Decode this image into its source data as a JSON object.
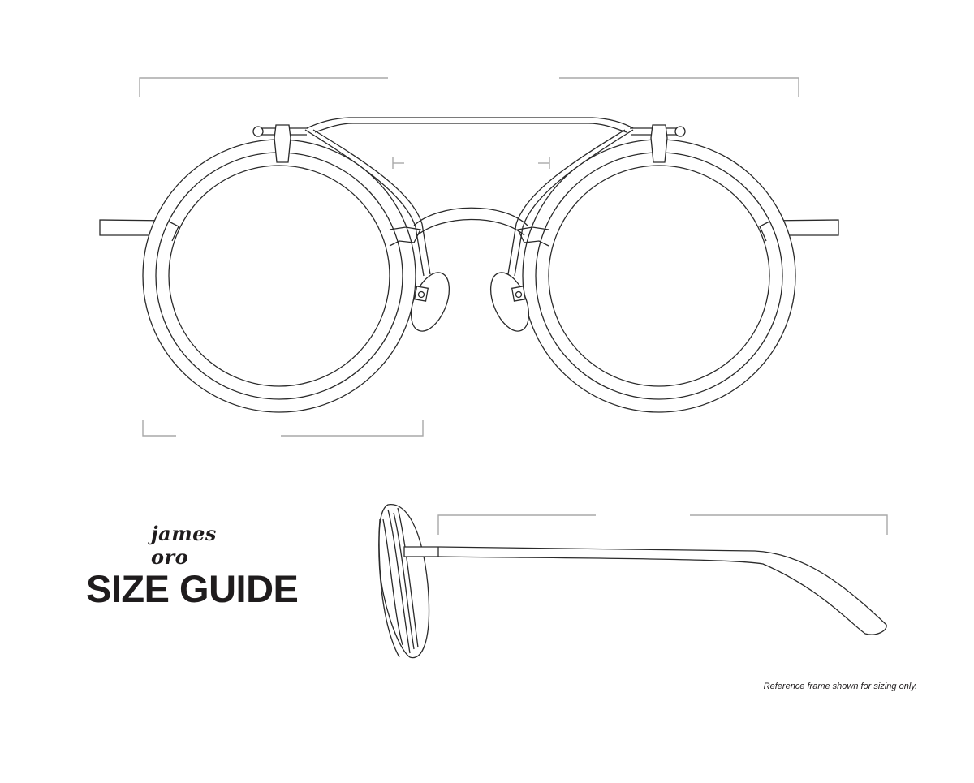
{
  "brand": {
    "name": "james oro"
  },
  "heading": {
    "title": "SIZE GUIDE"
  },
  "footer": {
    "note": "Reference frame shown for sizing only."
  },
  "diagram": {
    "front_view": {
      "dimension_brackets": [
        "frame-width-bracket",
        "lens-width-bracket",
        "bridge-width-marker"
      ],
      "labels": []
    },
    "side_view": {
      "dimension_brackets": [
        "temple-length-bracket"
      ],
      "labels": []
    }
  },
  "colors": {
    "ink": "#1f1c1d",
    "outline": "#2a2a2a",
    "dimension_line": "#a9a9a9",
    "background": "#ffffff"
  }
}
